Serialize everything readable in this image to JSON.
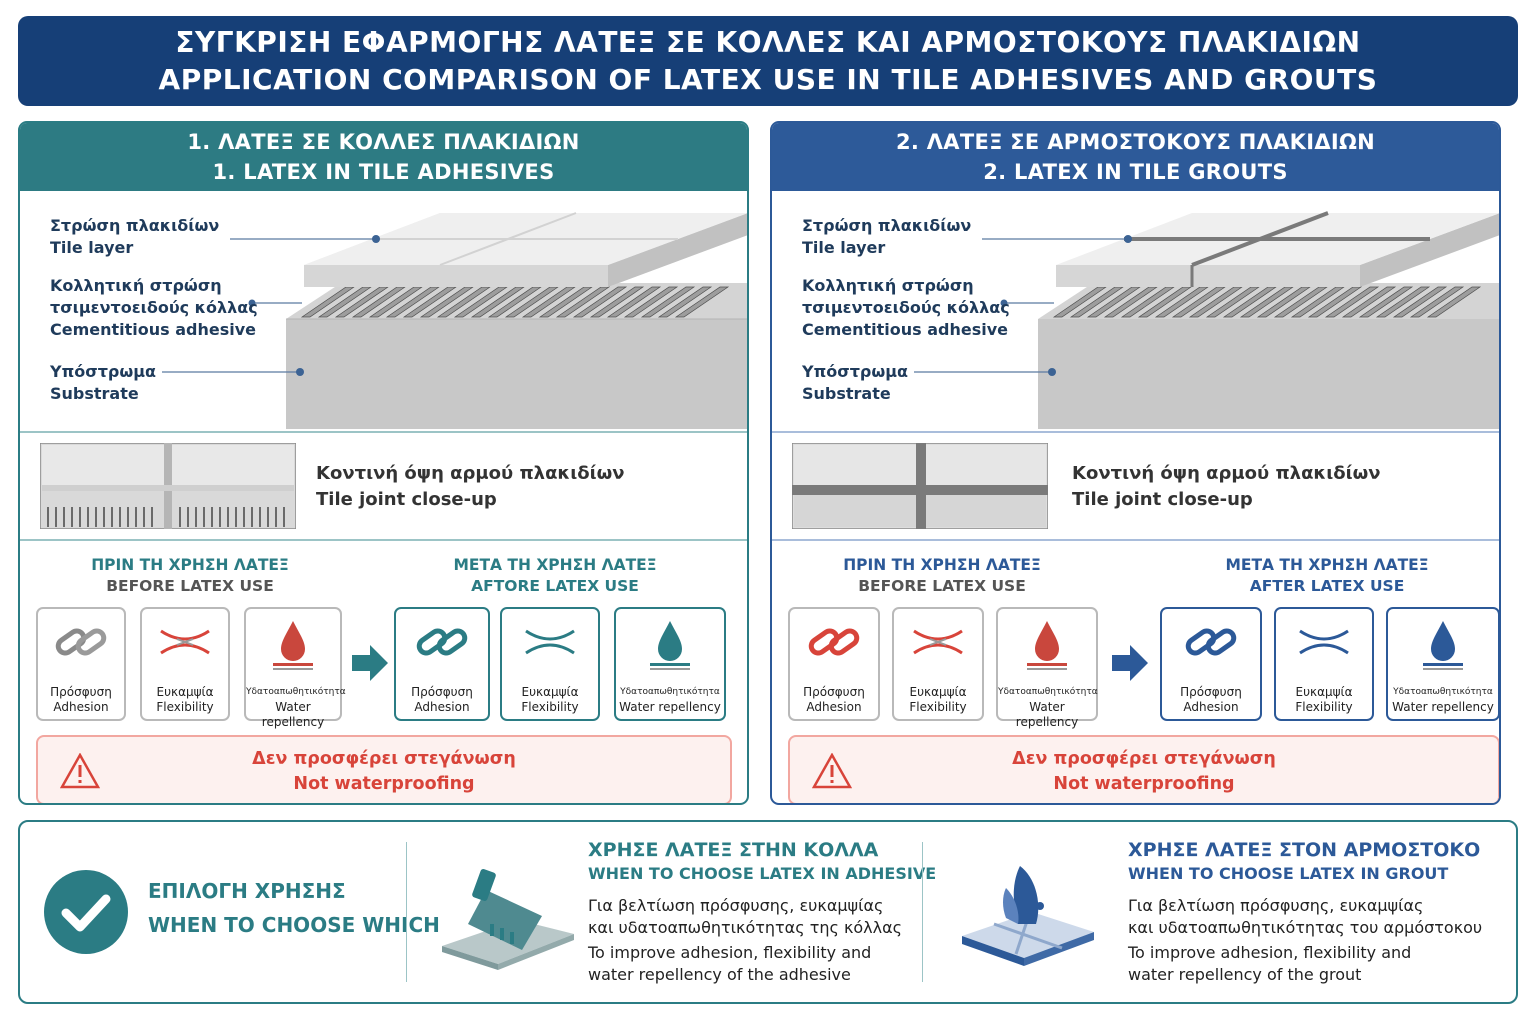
{
  "header": {
    "title_gr": "ΣΥΓΚΡΙΣΗ ΕΦΑΡΜΟΓΗΣ ΛΑΤΕΞ ΣΕ ΚΟΛΛΕΣ ΚΑΙ ΑΡΜΟΣΤΟΚΟΥΣ ΠΛΑΚΙΔΙΩΝ",
    "title_en": "APPLICATION COMPARISON OF LATEX USE IN TILE ADHESIVES AND GROUTS"
  },
  "panels": [
    {
      "title_gr": "1. ΛΑΤΕΞ ΣΕ ΚΟΛΛΕΣ ΠΛΑΚΙΔΙΩΝ",
      "title_en": "1. LATEX IN TILE ADHESIVES",
      "labels": {
        "tile_gr": "Στρώση πλακιδίων",
        "tile_en": "Tile layer",
        "adhesive_gr1": "Κολλητική στρώση",
        "adhesive_gr2": "τσιμεντοειδούς κόλλας",
        "adhesive_en": "Cementitious adhesive",
        "substrate_gr": "Υπόστρωμα",
        "substrate_en": "Substrate"
      },
      "closeup_gr": "Κοντινή όψη αρμού πλακιδίων",
      "closeup_en": "Tile joint close-up",
      "before_gr": "ΠΡΙΝ ΤΗ ΧΡΗΣΗ ΛΑΤΕΞ",
      "before_en": "BEFORE LATEX USE",
      "after_gr": "ΜΕΤΑ ΤΗ ΧΡΗΣΗ ΛΑΤΕΞ",
      "after_en": "AFTORE LATEX USE",
      "cards": {
        "adhesion_gr": "Πρόσφυση",
        "adhesion_en": "Adhesion",
        "flex_gr": "Ευκαμψία",
        "flex_en": "Flexibility",
        "water_gr": "Υδατοαπωθητικότητα",
        "water_en": "Water repellency"
      },
      "warning_gr": "Δεν προσφέρει στεγάνωση",
      "warning_en": "Not waterproofing"
    },
    {
      "title_gr": "2. ΛΑΤΕΞ ΣΕ ΑΡΜΟΣΤΟΚΟΥΣ ΠΛΑΚΙΔΙΩΝ",
      "title_en": "2. LATEX IN TILE GROUTS",
      "labels": {
        "tile_gr": "Στρώση πλακιδίων",
        "tile_en": "Tile layer",
        "adhesive_gr1": "Κολλητική στρώση",
        "adhesive_gr2": "τσιμεντοειδούς κόλλας",
        "adhesive_en": "Cementitious adhesive",
        "substrate_gr": "Υπόστρωμα",
        "substrate_en": "Substrate"
      },
      "closeup_gr": "Κοντινή όψη αρμού πλακιδίων",
      "closeup_en": "Tile joint close-up",
      "before_gr": "ΠΡΙΝ ΤΗ ΧΡΗΣΗ ΛΑΤΕΞ",
      "before_en": "BEFORE LATEX USE",
      "after_gr": "ΜΕΤΑ ΤΗ ΧΡΗΣΗ ΛΑΤΕΞ",
      "after_en": "AFTER LATEX USE",
      "cards": {
        "adhesion_gr": "Πρόσφυση",
        "adhesion_en": "Adhesion",
        "flex_gr": "Ευκαμψία",
        "flex_en": "Flexibility",
        "water_gr": "Υδατοαπωθητικότητα",
        "water_en": "Water repellency"
      },
      "warning_gr": "Δεν προσφέρει στεγάνωση",
      "warning_en": "Not waterproofing"
    }
  ],
  "bottom": {
    "choose_gr": "ΕΠΙΛΟΓΗ ΧΡΗΣΗΣ",
    "choose_en": "WHEN TO CHOOSE WHICH",
    "adhesive": {
      "title_gr": "ΧΡΗΣΕ ΛΑΤΕΞ ΣΤΗΝ ΚΟΛΛΑ",
      "title_en": "WHEN TO CHOOSE LATEX IN ADHESIVE",
      "desc_gr1": "Για βελτίωση πρόσφυσης, ευκαμψίας",
      "desc_gr2": "και υδατοαπωθητικότητας της κόλλας",
      "desc_en1": "To improve adhesion, flexibility and",
      "desc_en2": "water repellency of the adhesive"
    },
    "grout": {
      "title_gr": "ΧΡΗΣΕ ΛΑΤΕΞ ΣΤΟΝ ΑΡΜΟΣΤΟΚΟ",
      "title_en": "WHEN TO CHOOSE LATEX IN GROUT",
      "desc_gr1": "Για βελτίωση πρόσφυσης, ευκαμψίας",
      "desc_gr2": "και υδατοαπωθητικότητας του αρμόστοκου",
      "desc_en1": "To improve adhesion, flexibility and",
      "desc_en2": "water repellency of the grout"
    }
  },
  "icons": {
    "adhesion": "chain-link-icon",
    "flexibility": "flex-arrows-icon",
    "water": "water-drop-icon",
    "warning": "warning-triangle-icon",
    "check": "check-circle-icon",
    "trowel": "trowel-icon",
    "grout_float": "grout-float-icon"
  },
  "colors": {
    "header": "#163f77",
    "teal": "#2b7c84",
    "navy": "#2c5998",
    "gray": "#9a9a9a",
    "red": "#d8443a"
  }
}
